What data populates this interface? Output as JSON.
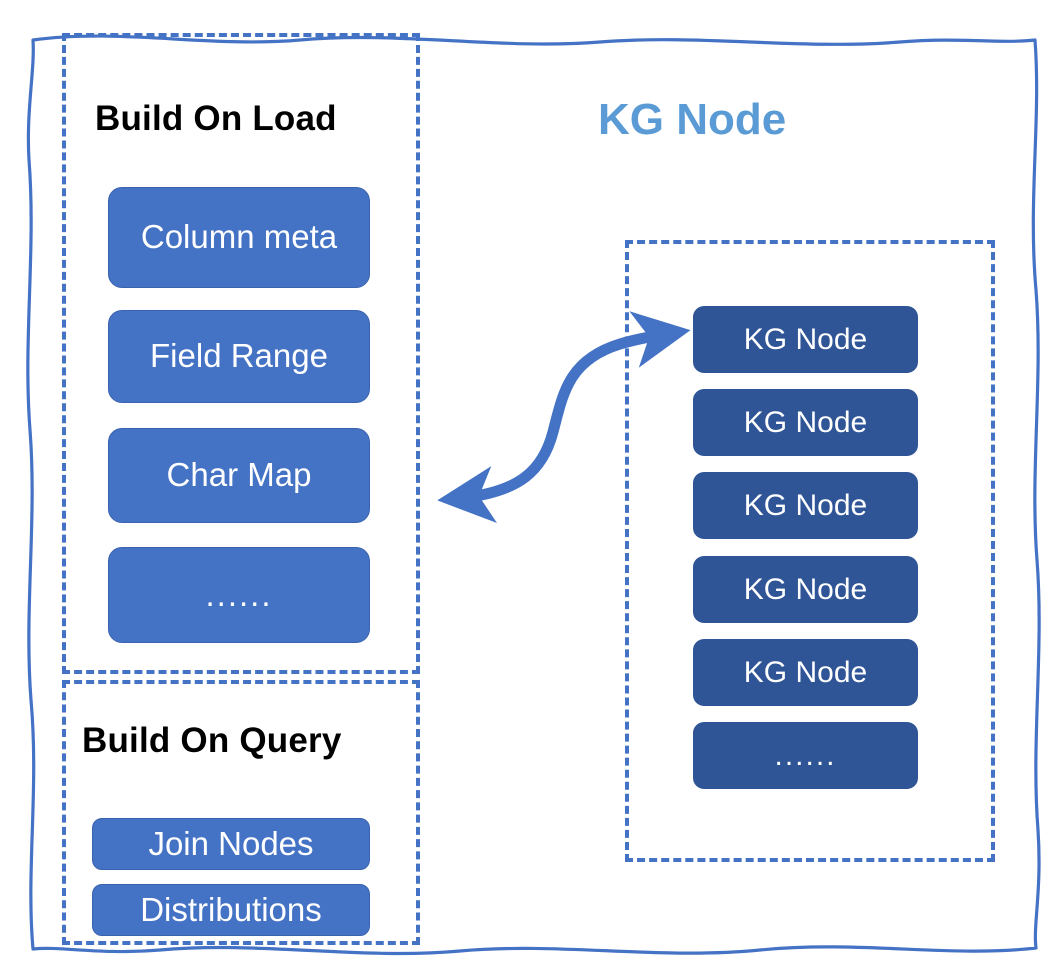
{
  "diagram": {
    "title": "KG Node",
    "title_color": "#5B9BD5",
    "outer_border_color": "#4472C4",
    "groups": [
      {
        "id": "build-on-load",
        "heading": "Build On Load",
        "border_color": "#4472C4",
        "items": [
          {
            "label": "Column meta",
            "color": "#4472C4"
          },
          {
            "label": "Field Range",
            "color": "#4472C4"
          },
          {
            "label": "Char Map",
            "color": "#4472C4"
          },
          {
            "label": "......",
            "color": "#4472C4"
          }
        ]
      },
      {
        "id": "build-on-query",
        "heading": "Build On Query",
        "border_color": "#4472C4",
        "items": [
          {
            "label": "Join Nodes",
            "color": "#4472C4"
          },
          {
            "label": "Distributions",
            "color": "#4472C4"
          }
        ]
      },
      {
        "id": "kg-node-list",
        "heading": "",
        "border_color": "#4472C4",
        "items": [
          {
            "label": "KG Node",
            "color": "#2F5597"
          },
          {
            "label": "KG Node",
            "color": "#2F5597"
          },
          {
            "label": "KG Node",
            "color": "#2F5597"
          },
          {
            "label": "KG Node",
            "color": "#2F5597"
          },
          {
            "label": "KG Node",
            "color": "#2F5597"
          },
          {
            "label": "......",
            "color": "#2F5597"
          }
        ]
      }
    ],
    "connector": {
      "name": "double-headed-arrow",
      "color": "#4472C4",
      "direction": "bidirectional"
    }
  }
}
